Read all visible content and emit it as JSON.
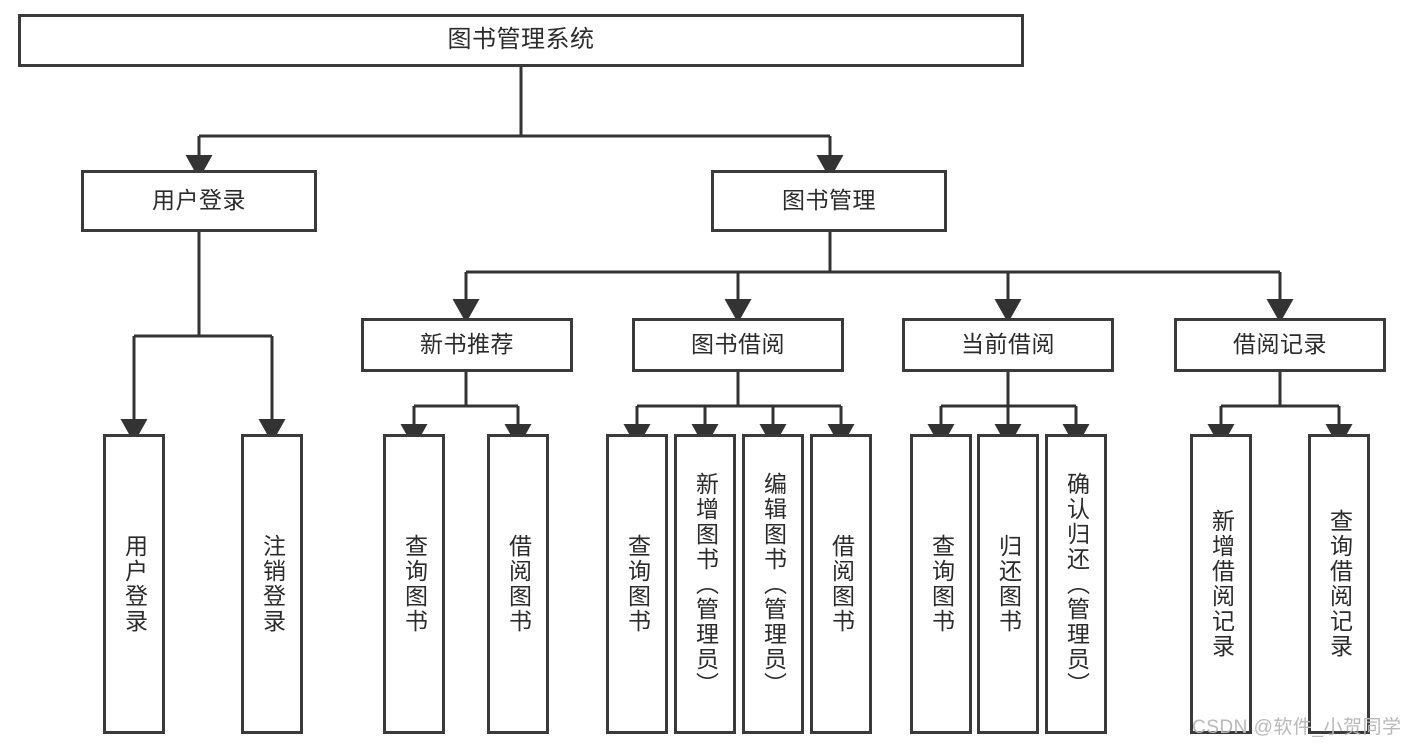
{
  "diagram": {
    "type": "tree-hierarchy-diagram",
    "title": "图书管理系统",
    "colors": {
      "box_border": "#3a3a3a",
      "box_fill": "#ffffff",
      "edge": "#333333",
      "text": "#2b2b2b",
      "background": "#ffffff",
      "watermark": "#b9b9b9"
    },
    "root": {
      "label": "图书管理系统"
    },
    "level2": [
      {
        "id": "user-login",
        "label": "用户登录"
      },
      {
        "id": "book-management",
        "label": "图书管理"
      }
    ],
    "level3": [
      {
        "id": "new-book-recommend",
        "label": "新书推荐",
        "parent": "book-management"
      },
      {
        "id": "book-borrow",
        "label": "图书借阅",
        "parent": "book-management"
      },
      {
        "id": "current-borrow",
        "label": "当前借阅",
        "parent": "book-management"
      },
      {
        "id": "borrow-record",
        "label": "借阅记录",
        "parent": "book-management"
      }
    ],
    "leaves": {
      "user-login": [
        {
          "id": "leaf-user-login",
          "label": "用户登录"
        },
        {
          "id": "leaf-user-logout",
          "label": "注销登录"
        }
      ],
      "new-book-recommend": [
        {
          "id": "leaf-query-book-1",
          "label": "查询图书"
        },
        {
          "id": "leaf-borrow-book-1",
          "label": "借阅图书"
        }
      ],
      "book-borrow": [
        {
          "id": "leaf-query-book-2",
          "label": "查询图书"
        },
        {
          "id": "leaf-add-book",
          "label": "新增图书（管理员）"
        },
        {
          "id": "leaf-edit-book",
          "label": "编辑图书（管理员）"
        },
        {
          "id": "leaf-borrow-book-2",
          "label": "借阅图书"
        }
      ],
      "current-borrow": [
        {
          "id": "leaf-query-book-3",
          "label": "查询图书"
        },
        {
          "id": "leaf-return-book",
          "label": "归还图书"
        },
        {
          "id": "leaf-confirm-return",
          "label": "确认归还（管理员）"
        }
      ],
      "borrow-record": [
        {
          "id": "leaf-add-record",
          "label": "新增借阅记录"
        },
        {
          "id": "leaf-query-record",
          "label": "查询借阅记录"
        }
      ]
    }
  },
  "watermark": {
    "text": "CSDN @软件_小贺同学"
  }
}
